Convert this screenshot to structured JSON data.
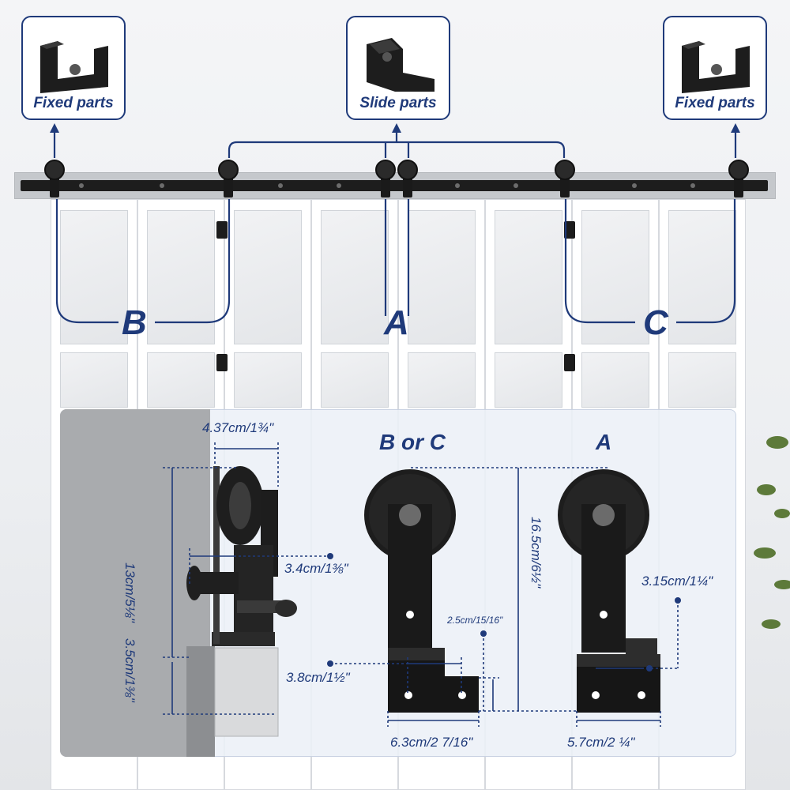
{
  "callouts": {
    "left": {
      "label": "Fixed parts",
      "icon": "u-bracket-icon"
    },
    "center": {
      "label": "Slide parts",
      "icon": "slide-bracket-icon"
    },
    "right": {
      "label": "Fixed parts",
      "icon": "u-bracket-icon"
    }
  },
  "groups": {
    "b": "B",
    "a": "A",
    "c": "C"
  },
  "panel": {
    "heading_bc": "B or C",
    "heading_a": "A",
    "dim_width_top": "4.37cm/1¾\"",
    "dim_height_13": "13cm/5⅛\"",
    "dim_offset_34": "3.4cm/1⅜\"",
    "dim_height_35": "3.5cm/1⅜\"",
    "dim_total_165": "16.5cm/6½\"",
    "dim_25": "2.5cm/15/16\"",
    "dim_38": "3.8cm/1½\"",
    "dim_63": "6.3cm/2 7/16\"",
    "dim_315": "3.15cm/1¼\"",
    "dim_57": "5.7cm/2 ¼\""
  },
  "colors": {
    "accent": "#1f3a7a",
    "hardware": "#1a1a1a",
    "door": "#ffffff"
  }
}
